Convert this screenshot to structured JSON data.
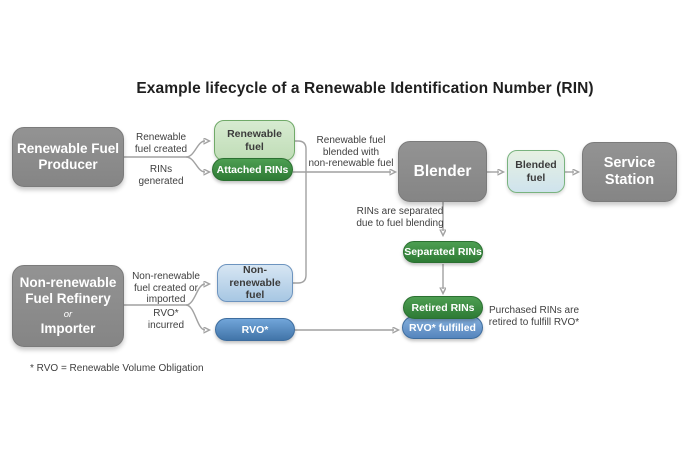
{
  "title": "Example lifecycle of a Renewable Identification Number (RIN)",
  "footnote": "* RVO = Renewable Volume Obligation",
  "nodes": {
    "producer": "Renewable Fuel\nProducer",
    "refinery_top": "Non-renewable\nFuel Refinery",
    "refinery_or": "or",
    "refinery_bottom": "Importer",
    "renewable_fuel": "Renewable\nfuel",
    "attached_rins": "Attached RINs",
    "non_renewable_fuel": "Non-renewable\nfuel",
    "rvo": "RVO*",
    "blender": "Blender",
    "blended_fuel": "Blended\nfuel",
    "service_station": "Service\nStation",
    "separated_rins": "Separated RINs",
    "retired_rins": "Retired RINs",
    "rvo_fulfilled": "RVO* fulfilled"
  },
  "labels": {
    "renewable_fuel_created": "Renewable\nfuel created",
    "rins_generated": "RINs\ngenerated",
    "blended_with": "Renewable fuel\nblended with\nnon-renewable fuel",
    "rins_separated": "RINs are separated\ndue to fuel blending",
    "non_renewable_created": "Non-renewable\nfuel created or\nimported",
    "rvo_incurred": "RVO*\nincurred",
    "purchased_rins": "Purchased RINs are\nretired to fulfill RVO*"
  },
  "colors": {
    "title_text": "#1f1f1f",
    "label_text": "#3f3f3f",
    "gray_box_border": "#7b7b7b",
    "green_dark_top": "#4d9e52",
    "green_dark_bottom": "#2e7b35",
    "green_dark_border": "#2b7031",
    "green_light_top": "#d7ebd1",
    "green_light_bottom": "#c0ddb7",
    "green_light_border": "#71aa69",
    "blue_light_top": "#d7e6f3",
    "blue_light_bottom": "#a7c7e3",
    "blue_light_border": "#6d94bf",
    "blue_dark_top": "#71a5d9",
    "blue_dark_bottom": "#4174a8",
    "blue_dark_border": "#3e6d9e",
    "blue_mid_top": "#85b0dd",
    "blue_mid_bottom": "#5585bd",
    "blended_top": "#e6f1e2",
    "blended_bottom": "#cfe3ed",
    "blended_border": "#79b37f",
    "line": "#a1a1a1",
    "arrow": "#8f8f8f"
  }
}
